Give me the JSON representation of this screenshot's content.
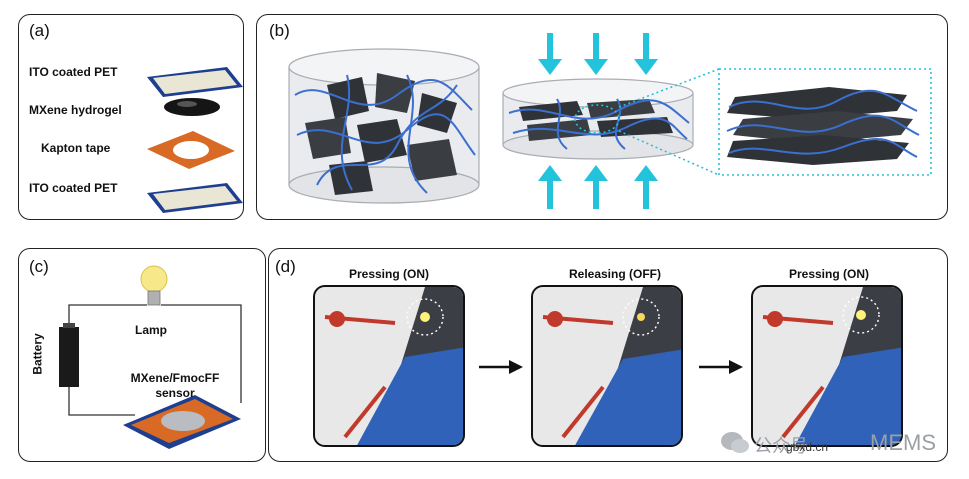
{
  "panels": {
    "a": {
      "label": "(a)",
      "layers": [
        "ITO coated PET",
        "MXene hydrogel",
        "Kapton tape",
        "ITO coated PET"
      ]
    },
    "b": {
      "label": "(b)"
    },
    "c": {
      "label": "(c)",
      "lamp": "Lamp",
      "battery": "Battery",
      "sensor_line1": "MXene/FmocFF",
      "sensor_line2": "sensor"
    },
    "d": {
      "label": "(d)",
      "frames": [
        "Pressing (ON)",
        "Releasing (OFF)",
        "Pressing (ON)"
      ]
    }
  },
  "watermark": {
    "left": "公众号",
    "center": "gbxd.cn",
    "right": "MEMS"
  },
  "colors": {
    "arrow": "#23c3dc",
    "fiber": "#3b6fd0",
    "sheet": "#2f3236",
    "glove": "#2f62b8",
    "pet_border": "#1e3f8f",
    "kapton": "#e07a2e"
  }
}
